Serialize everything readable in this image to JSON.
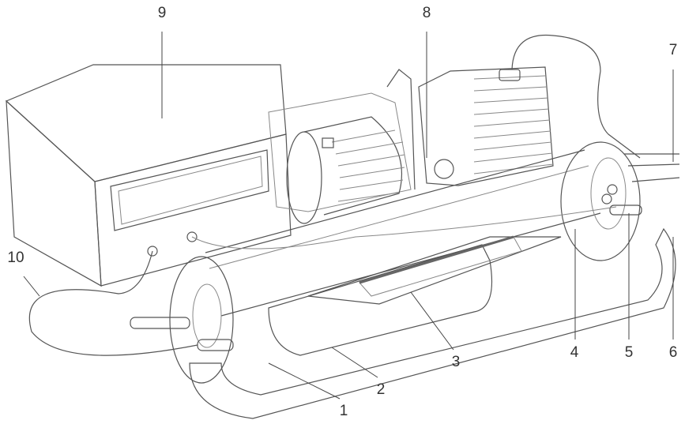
{
  "diagram": {
    "labels": [
      {
        "id": "1",
        "text": "1"
      },
      {
        "id": "2",
        "text": "2"
      },
      {
        "id": "3",
        "text": "3"
      },
      {
        "id": "4",
        "text": "4"
      },
      {
        "id": "5",
        "text": "5"
      },
      {
        "id": "6",
        "text": "6"
      },
      {
        "id": "7",
        "text": "7"
      },
      {
        "id": "8",
        "text": "8"
      },
      {
        "id": "9",
        "text": "9"
      },
      {
        "id": "10",
        "text": "10"
      }
    ]
  }
}
